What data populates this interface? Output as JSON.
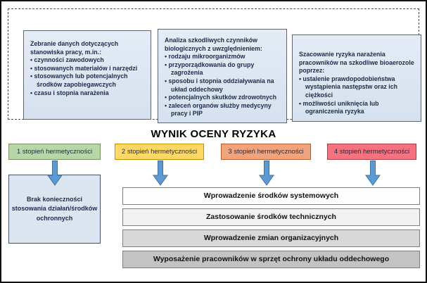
{
  "result_title": "WYNIK OCENY RYZYKA",
  "process_boxes": [
    {
      "intro": "Zebranie danych dotyczących stanowiska pracy, m.in.:",
      "bullets": [
        "czynności zawodowych",
        "stosowanych materiałów i narzędzi",
        "stosowanych lub potencjalnych środków zapobiegawczych",
        "czasu i stopnia narażenia"
      ]
    },
    {
      "intro": "Analiza szkodliwych czynników biologicznych z uwzględnieniem:",
      "bullets": [
        "rodzaju mikroorganizmów",
        "przyporządkowania do grupy zagrożenia",
        "sposobu i stopnia oddziaływania na układ oddechowy",
        "potencjalnych skutków zdrowotnych",
        "zaleceń organów służby medycyny pracy i PIP"
      ]
    },
    {
      "intro": "Szacowanie ryzyka narażenia pracowników na szkodliwe bioaerozole poprzez:",
      "bullets": [
        "ustalenie prawdopodobieństwa wystąpienia następstw oraz ich ciężkości",
        "możliwości uniknięcia lub ograniczenia ryzyka"
      ]
    }
  ],
  "levels": [
    {
      "label": "1 stopień hermetyczności",
      "fill": "#b6d7a8",
      "border": "#77935f"
    },
    {
      "label": "2 stopień hermetyczności",
      "fill": "#ffd966",
      "border": "#bf9000"
    },
    {
      "label": "3 stopień hermetyczności",
      "fill": "#f0a47d",
      "border": "#b45f2a"
    },
    {
      "label": "4 stopień hermetyczności",
      "fill": "#f4737e",
      "border": "#b03a44"
    }
  ],
  "no_action_text": "Brak konieczności\nstosowania działań/środków\nochronnych",
  "measures": [
    {
      "label": "Wprowadzenie środków systemowych",
      "fill": "#fefefe"
    },
    {
      "label": "Zastosowanie środków technicznych",
      "fill": "#f2f2f2"
    },
    {
      "label": "Wprowadzenie zmian organizacyjnych",
      "fill": "#d8d8d8"
    },
    {
      "label": "Wyposażenie pracowników w sprzęt ochrony układu oddechowego",
      "fill": "#c3c3c3"
    }
  ],
  "colors": {
    "process_box_fill": "#dce6f1",
    "process_box_border": "#5a6678",
    "arrow_fill": "#5b9bd5",
    "arrow_stroke": "#41719c",
    "frame_border": "#111111"
  }
}
